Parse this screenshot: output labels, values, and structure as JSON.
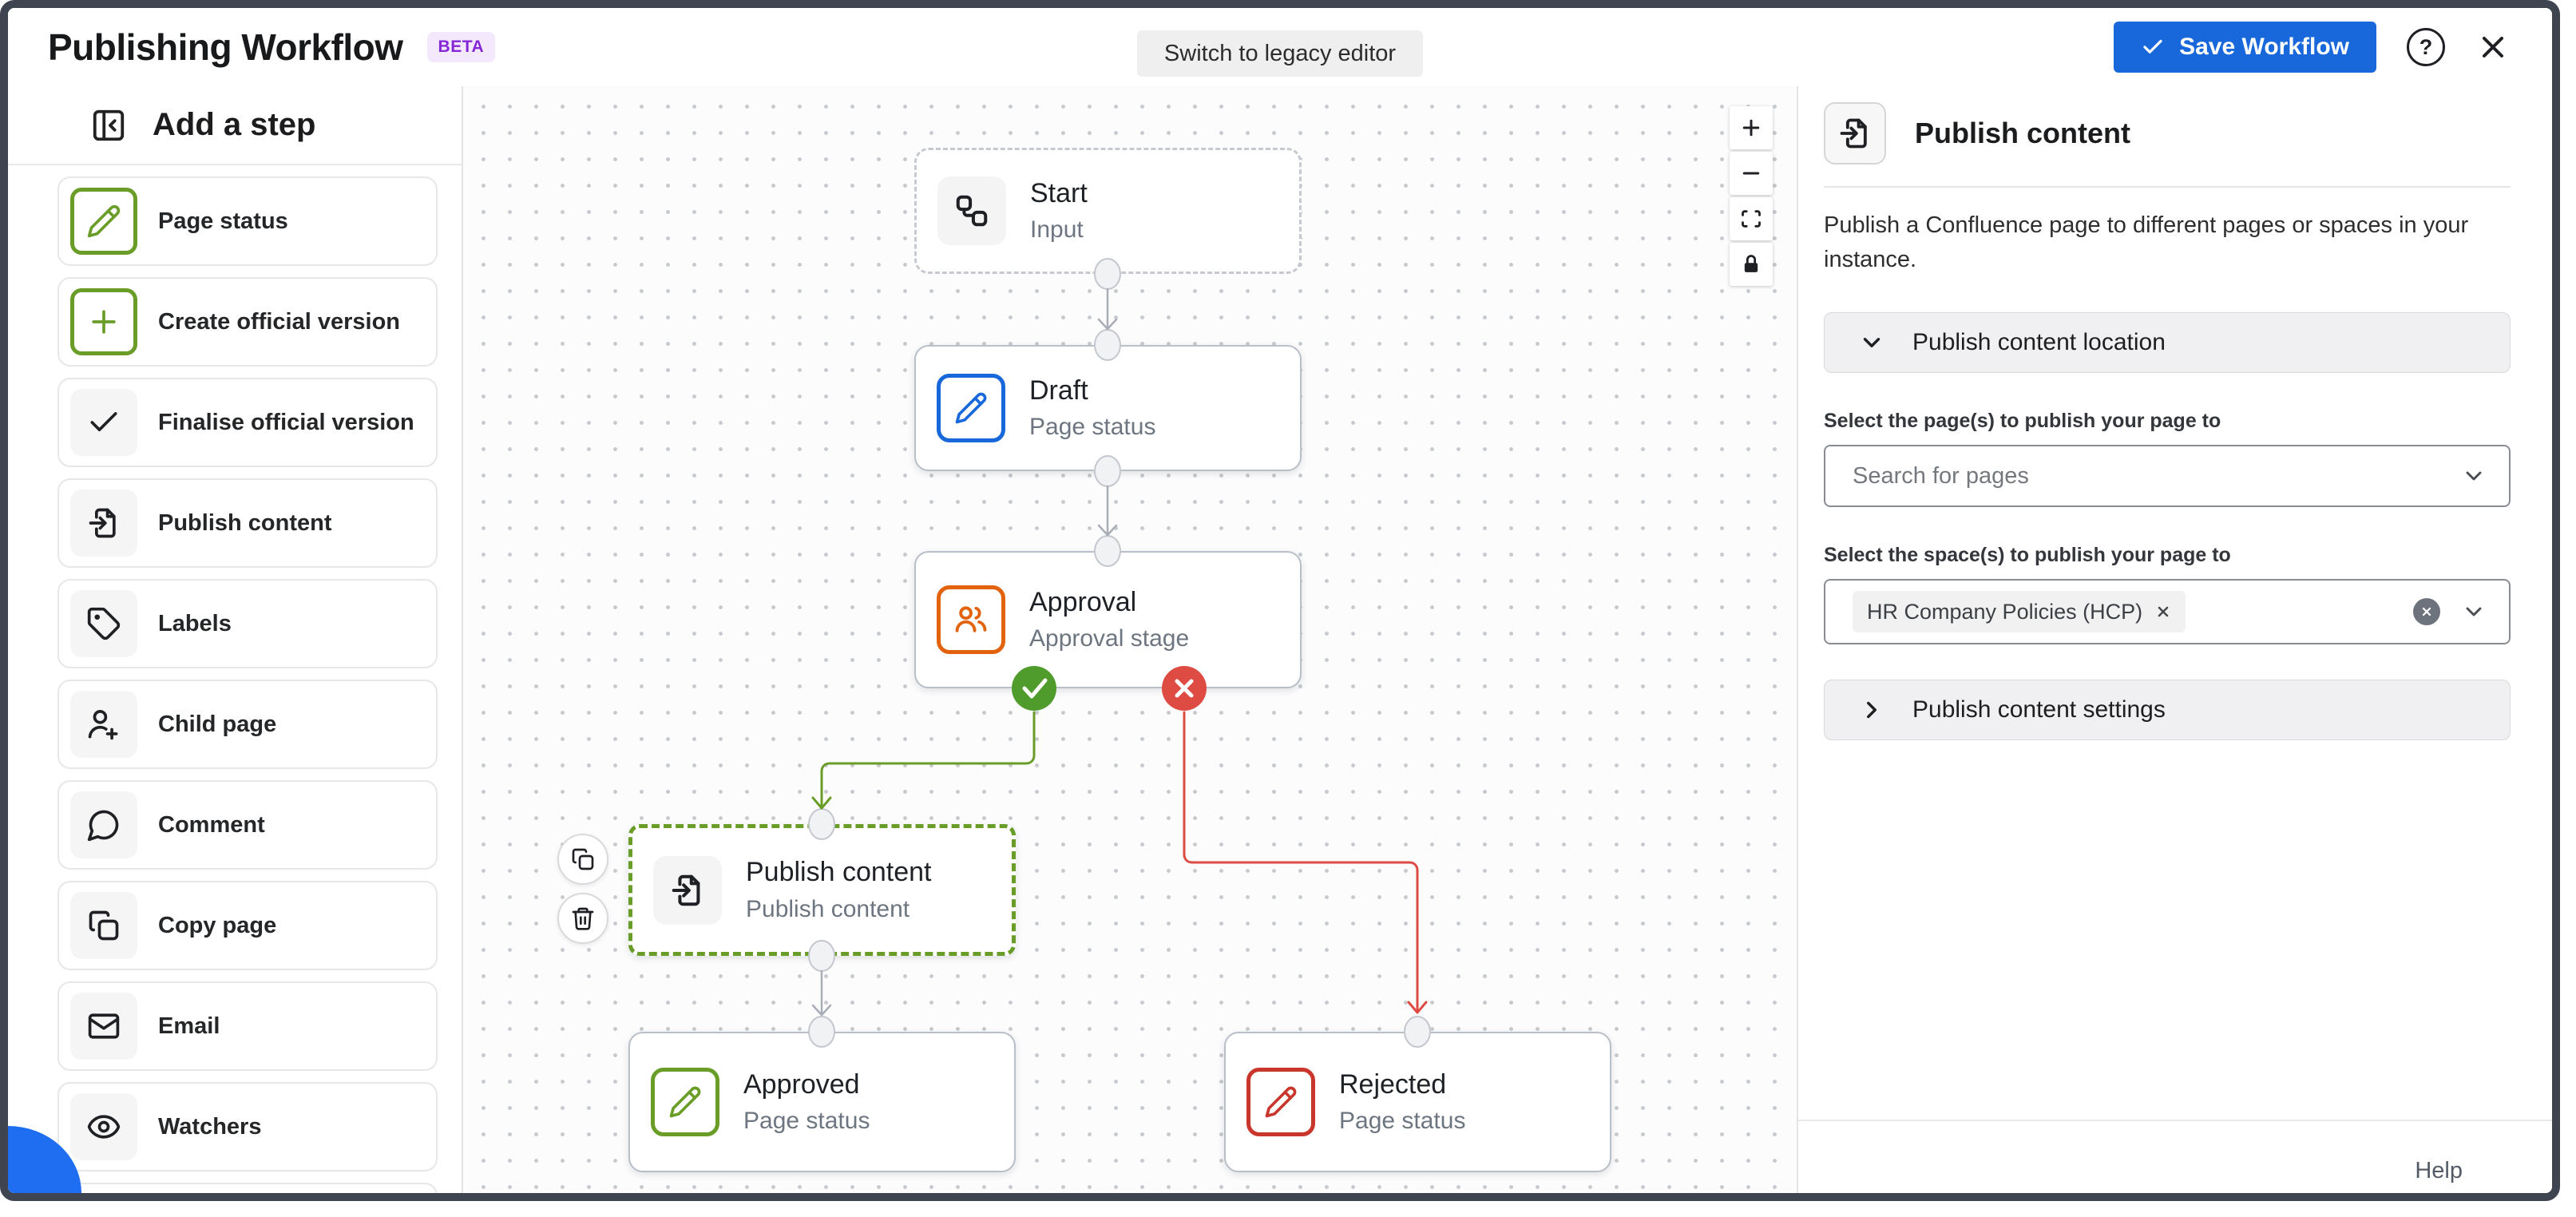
{
  "topbar": {
    "title": "Publishing Workflow",
    "beta": "BETA",
    "switch_legacy": "Switch to legacy editor",
    "save": "Save Workflow",
    "help_glyph": "?"
  },
  "sidebar": {
    "header": "Add a step",
    "items": [
      {
        "label": "Page status",
        "icon": "pencil-icon",
        "accent": "green"
      },
      {
        "label": "Create official version",
        "icon": "plus-icon",
        "accent": "green"
      },
      {
        "label": "Finalise official version",
        "icon": "check-icon",
        "accent": "default"
      },
      {
        "label": "Publish content",
        "icon": "publish-icon",
        "accent": "default"
      },
      {
        "label": "Labels",
        "icon": "tag-icon",
        "accent": "default"
      },
      {
        "label": "Child page",
        "icon": "user-plus-icon",
        "accent": "default"
      },
      {
        "label": "Comment",
        "icon": "comment-icon",
        "accent": "default"
      },
      {
        "label": "Copy page",
        "icon": "copy-icon",
        "accent": "default"
      },
      {
        "label": "Email",
        "icon": "mail-icon",
        "accent": "default"
      },
      {
        "label": "Watchers",
        "icon": "eye-icon",
        "accent": "default"
      }
    ]
  },
  "canvas": {
    "nodes": [
      {
        "title": "Start",
        "subtitle": "Input",
        "icon": "flow-icon",
        "style": "dashed-gray"
      },
      {
        "title": "Draft",
        "subtitle": "Page status",
        "icon": "pencil-icon",
        "style": "blue"
      },
      {
        "title": "Approval",
        "subtitle": "Approval stage",
        "icon": "people-icon",
        "style": "orange",
        "badges": [
          "approve-check",
          "reject-x"
        ]
      },
      {
        "title": "Publish content",
        "subtitle": "Publish content",
        "icon": "publish-icon",
        "style": "selected-green-dashed"
      },
      {
        "title": "Approved",
        "subtitle": "Page status",
        "icon": "pencil-icon",
        "style": "green"
      },
      {
        "title": "Rejected",
        "subtitle": "Page status",
        "icon": "pencil-icon",
        "style": "red"
      }
    ],
    "zoom_controls": [
      "zoom-in",
      "zoom-out",
      "fit-view",
      "lock"
    ],
    "node_actions": [
      "duplicate",
      "delete"
    ]
  },
  "panel": {
    "title": "Publish content",
    "description": "Publish a Confluence page to different pages or spaces in your instance.",
    "location_section": "Publish content location",
    "settings_section": "Publish content settings",
    "pages_label": "Select the page(s) to publish your page to",
    "pages_placeholder": "Search for pages",
    "spaces_label": "Select the space(s) to publish your page to",
    "space_chip": "HR Company Policies (HCP)",
    "help": "Help"
  },
  "colors": {
    "accent_blue": "#1868db",
    "green": "#6a9c28",
    "badge_green": "#4f9c2c",
    "red": "#c9372c",
    "badge_red": "#dd4b43",
    "orange": "#e2620d",
    "beta_purple": "#8527d6",
    "frame": "#3e4450"
  }
}
